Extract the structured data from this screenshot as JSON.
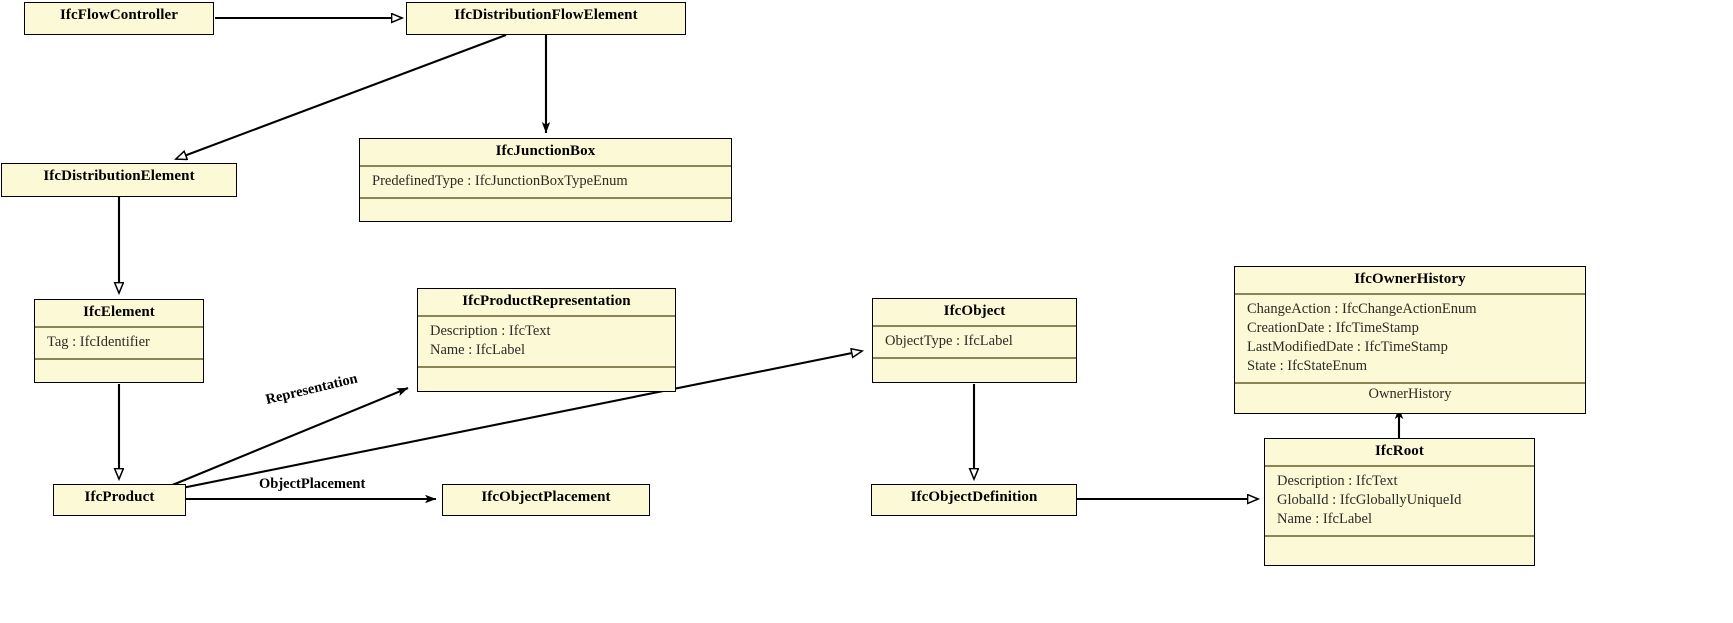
{
  "diagram": {
    "title": "IFC UML class diagram",
    "type": "uml-class-diagram",
    "colors": {
      "class_fill": "#fcf9d7",
      "class_border": "#000000",
      "compartment_divider": "#8a8457",
      "edge": "#000000",
      "background": "#ffffff"
    }
  },
  "classes": [
    {
      "id": "IfcFlowController",
      "name": "IfcFlowController",
      "attributes": [],
      "operations": [],
      "has_attr_compartment": false,
      "has_op_compartment": false
    },
    {
      "id": "IfcDistributionFlowElement",
      "name": "IfcDistributionFlowElement",
      "attributes": [],
      "operations": [],
      "has_attr_compartment": false,
      "has_op_compartment": false
    },
    {
      "id": "IfcJunctionBox",
      "name": "IfcJunctionBox",
      "attributes": [
        "PredefinedType : IfcJunctionBoxTypeEnum"
      ],
      "operations": [],
      "has_attr_compartment": true,
      "has_op_compartment": true
    },
    {
      "id": "IfcDistributionElement",
      "name": "IfcDistributionElement",
      "attributes": [],
      "operations": [],
      "has_attr_compartment": false,
      "has_op_compartment": false
    },
    {
      "id": "IfcElement",
      "name": "IfcElement",
      "attributes": [
        "Tag : IfcIdentifier"
      ],
      "operations": [],
      "has_attr_compartment": true,
      "has_op_compartment": true
    },
    {
      "id": "IfcProductRepresentation",
      "name": "IfcProductRepresentation",
      "attributes": [
        "Description : IfcText",
        "Name : IfcLabel"
      ],
      "operations": [],
      "has_attr_compartment": true,
      "has_op_compartment": true
    },
    {
      "id": "IfcObject",
      "name": "IfcObject",
      "attributes": [
        "ObjectType : IfcLabel"
      ],
      "operations": [],
      "has_attr_compartment": true,
      "has_op_compartment": true
    },
    {
      "id": "IfcOwnerHistory",
      "name": "IfcOwnerHistory",
      "attributes": [
        "ChangeAction : IfcChangeActionEnum",
        "CreationDate : IfcTimeStamp",
        "LastModifiedDate : IfcTimeStamp",
        "State : IfcStateEnum"
      ],
      "operations": [
        "OwnerHistory"
      ],
      "has_attr_compartment": true,
      "has_op_compartment": true
    },
    {
      "id": "IfcRoot",
      "name": "IfcRoot",
      "attributes": [
        "Description : IfcText",
        "GlobalId : IfcGloballyUniqueId",
        "Name : IfcLabel"
      ],
      "operations": [],
      "has_attr_compartment": true,
      "has_op_compartment": true
    },
    {
      "id": "IfcProduct",
      "name": "IfcProduct",
      "attributes": [],
      "operations": [],
      "has_attr_compartment": false,
      "has_op_compartment": false
    },
    {
      "id": "IfcObjectPlacement",
      "name": "IfcObjectPlacement",
      "attributes": [],
      "operations": [],
      "has_attr_compartment": false,
      "has_op_compartment": false
    },
    {
      "id": "IfcObjectDefinition",
      "name": "IfcObjectDefinition",
      "attributes": [],
      "operations": [],
      "has_attr_compartment": false,
      "has_op_compartment": false
    }
  ],
  "edges": [
    {
      "from": "IfcFlowController",
      "to": "IfcDistributionFlowElement",
      "kind": "generalization",
      "label": ""
    },
    {
      "from": "IfcDistributionFlowElement",
      "to": "IfcDistributionElement",
      "kind": "generalization",
      "label": ""
    },
    {
      "from": "IfcDistributionFlowElement",
      "to": "IfcJunctionBox",
      "kind": "association",
      "label": ""
    },
    {
      "from": "IfcDistributionElement",
      "to": "IfcElement",
      "kind": "generalization",
      "label": ""
    },
    {
      "from": "IfcElement",
      "to": "IfcProduct",
      "kind": "generalization",
      "label": ""
    },
    {
      "from": "IfcProduct",
      "to": "IfcProductRepresentation",
      "kind": "association",
      "label": "Representation"
    },
    {
      "from": "IfcProduct",
      "to": "IfcObject",
      "kind": "generalization",
      "label": ""
    },
    {
      "from": "IfcProduct",
      "to": "IfcObjectPlacement",
      "kind": "association",
      "label": "ObjectPlacement"
    },
    {
      "from": "IfcObject",
      "to": "IfcObjectDefinition",
      "kind": "generalization",
      "label": ""
    },
    {
      "from": "IfcObjectDefinition",
      "to": "IfcRoot",
      "kind": "generalization",
      "label": ""
    },
    {
      "from": "IfcRoot",
      "to": "IfcOwnerHistory",
      "kind": "association",
      "label": "OwnerHistory"
    }
  ],
  "edge_labels": {
    "representation": "Representation",
    "object_placement": "ObjectPlacement"
  }
}
